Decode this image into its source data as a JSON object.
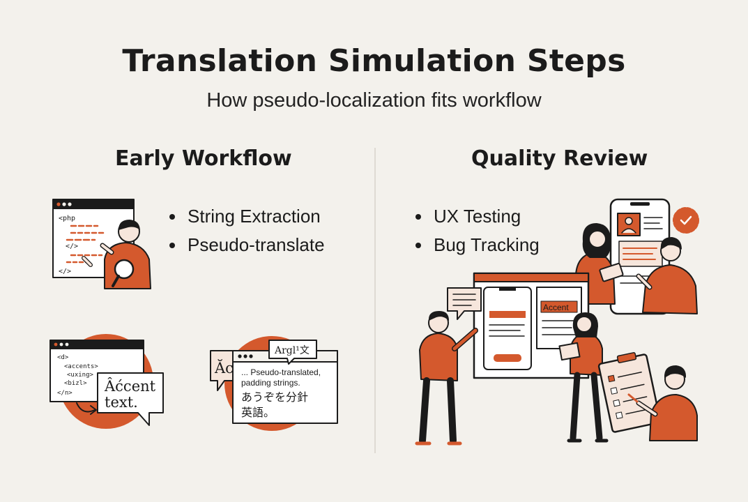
{
  "title": "Translation Simulation Steps",
  "subtitle": "How pseudo-localization fits workflow",
  "columns": {
    "left": {
      "heading": "Early Workflow",
      "bullets": [
        "String Extraction",
        "Pseudo-translate"
      ]
    },
    "right": {
      "heading": "Quality Review",
      "bullets": [
        "UX Testing",
        "Bug Tracking"
      ]
    }
  },
  "code_window_1": {
    "tag_php": "<php",
    "tag_close_1": "</>",
    "tag_close_2": "</>"
  },
  "code_window_2": {
    "lines": [
      "<d>",
      "<accents>",
      "<uxing>",
      "<bizl>",
      "</n>"
    ]
  },
  "accent_bubble": {
    "line1": "Âćcent",
    "line2": "text."
  },
  "pseudo_window": {
    "tag": "Argl¹文",
    "side_glyph": "Ăc",
    "line1": "... Pseudo-translated,",
    "line2": "padding strings.",
    "line3": "あうぞを分針",
    "line4": "英語。"
  },
  "ux_window": {
    "accent_label": "Accent"
  },
  "colors": {
    "accent": "#d4592d",
    "ink": "#1b1b1b",
    "background": "#f3f1ec",
    "skin": "#f6e6dc"
  }
}
